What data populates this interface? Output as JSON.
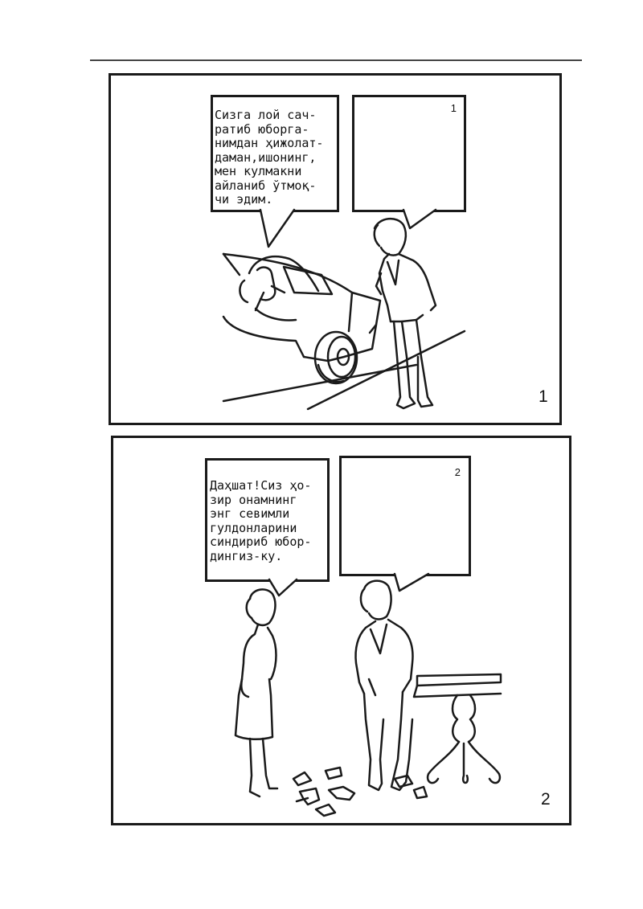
{
  "panels": [
    {
      "number": "1",
      "speech_left": "Сизга лой сач-\nратиб юборга-\nнимдан ҳижолат-\nдаман,ишонинг,\nмен кулмакни\nайланиб ўтмоқ-\nчи эдим.",
      "speech_right_number": "1"
    },
    {
      "number": "2",
      "speech_left": "Даҳшат!Сиз ҳо-\nзир онамнинг\nэнг севимли\nгулдонларини\nсиндириб юбор-\nдингиз-ку.",
      "speech_right_number": "2"
    }
  ]
}
